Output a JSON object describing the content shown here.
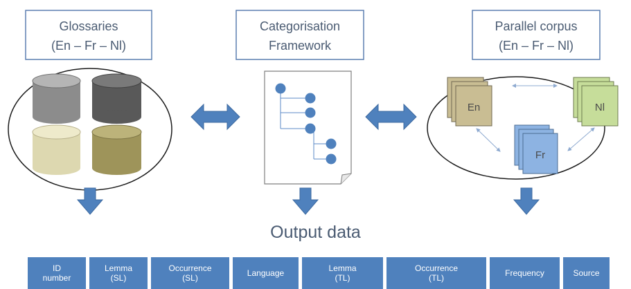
{
  "boxes": {
    "glossaries": {
      "line1": "Glossaries",
      "line2": "(En – Fr – Nl)"
    },
    "framework": {
      "line1": "Categorisation",
      "line2": "Framework"
    },
    "corpus": {
      "line1": "Parallel corpus",
      "line2": "(En – Fr – Nl)"
    }
  },
  "corpus_docs": {
    "en": "En",
    "nl": "Nl",
    "fr": "Fr"
  },
  "output_title": "Output data",
  "table_headers": [
    "ID\nnumber",
    "Lemma\n(SL)",
    "Occurrence\n(SL)",
    "Language",
    "Lemma\n(TL)",
    "Occurrence\n(TL)",
    "Frequency",
    "Source"
  ],
  "colors": {
    "accent_blue": "#4f81bd",
    "box_border": "#5b7fb1",
    "db_gray": "#8c8c8c",
    "db_dark": "#5a5a5a",
    "db_beige": "#ddd8b0",
    "db_olive": "#9e945a",
    "doc_en": "#c9bd93",
    "doc_nl": "#c6dd9a",
    "doc_fr": "#8db3e2"
  }
}
